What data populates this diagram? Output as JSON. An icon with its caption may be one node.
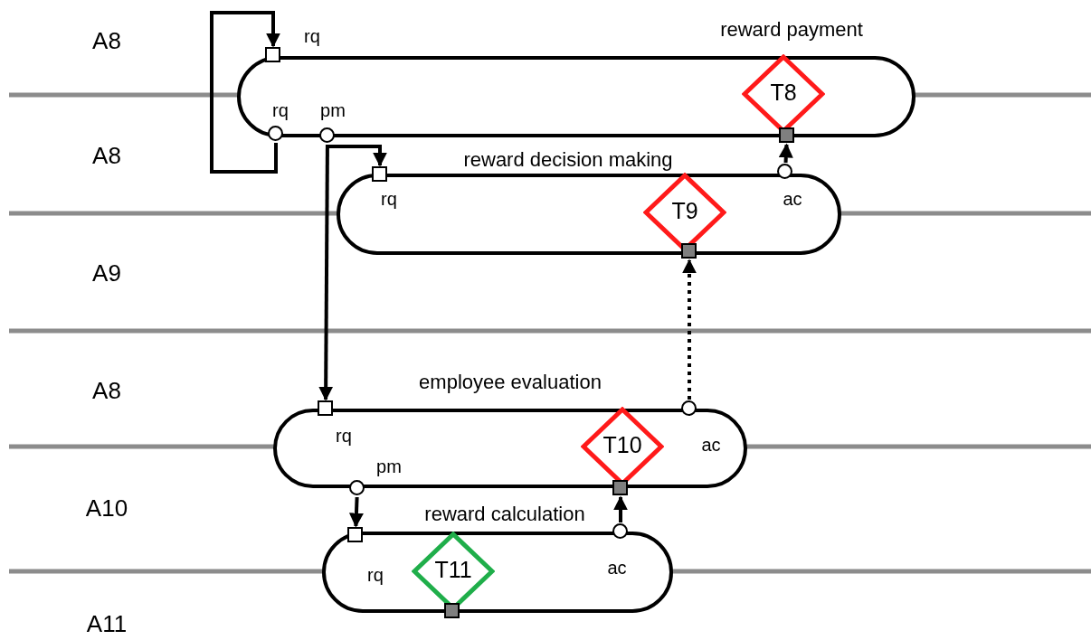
{
  "diagram": {
    "nodes": [
      {
        "text": [
          "reward payment"
        ]
      },
      {
        "text": [],
        "shape": "box"
      },
      {
        "text": [
          "T8"
        ],
        "in": 0
      },
      {
        "text": [],
        "shape": "box"
      },
      {
        "text": [],
        "shape": "circle"
      },
      {
        "text": [],
        "shape": "circle"
      },
      {
        "text": [
          "reward decision making"
        ]
      },
      {
        "text": [],
        "shape": "box"
      },
      {
        "text": [],
        "shape": "circle"
      },
      {
        "text": [
          "T9"
        ],
        "in": 6
      },
      {
        "text": [],
        "shape": "box"
      },
      {
        "text": [
          "employee evaluation"
        ]
      },
      {
        "text": [],
        "shape": "box"
      },
      {
        "text": [],
        "shape": "circle"
      },
      {
        "text": [
          "T10"
        ],
        "in": 11
      },
      {
        "text": [],
        "shape": "circle"
      },
      {
        "text": [],
        "shape": "box"
      },
      {
        "text": [
          "reward calculation"
        ]
      },
      {
        "text": [],
        "shape": "box"
      },
      {
        "text": [],
        "shape": "circle"
      },
      {
        "text": [
          "T11"
        ],
        "in": 17
      },
      {
        "text": [],
        "shape": "box"
      }
    ],
    "edges": [
      {
        "from": 4,
        "to": 1,
        "arrow": "to"
      },
      {
        "from": 5,
        "to": 7,
        "arrow": "to"
      },
      {
        "from": 5,
        "to": 12,
        "arrow": "to"
      },
      {
        "from": 8,
        "to": 3,
        "arrow": "to"
      },
      {
        "from": 13,
        "to": 10,
        "arrow": "to",
        "style": "dashed"
      },
      {
        "from": 15,
        "to": 18,
        "arrow": "to"
      },
      {
        "from": 19,
        "to": 16,
        "arrow": "to"
      }
    ],
    "labels": [
      "A8",
      "rq",
      "rq",
      "pm",
      "A8",
      "rq",
      "ac",
      "A9",
      "A8",
      "rq",
      "ac",
      "pm",
      "A10",
      "rq",
      "ac",
      "A11"
    ]
  }
}
